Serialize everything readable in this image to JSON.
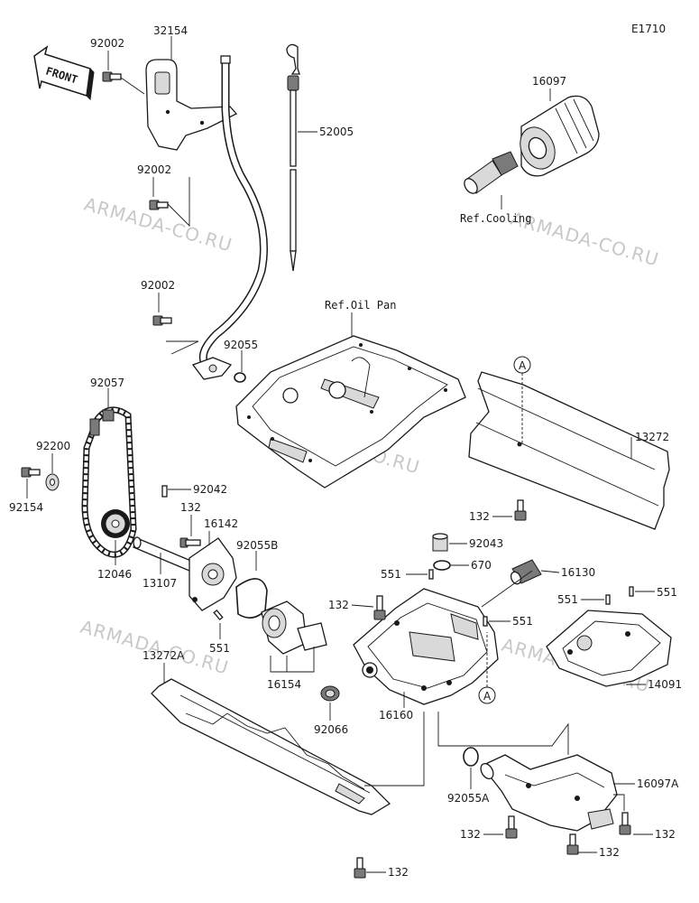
{
  "diagram_code": "E1710",
  "watermark": "ARMADA-CO.RU",
  "front_label": "FRONT",
  "refs": {
    "cooling": "Ref.Cooling",
    "oil_pan": "Ref.Oil Pan"
  },
  "callout_a": "A",
  "parts": {
    "p32154": "32154",
    "p92002_top": "92002",
    "p92002_mid": "92002",
    "p92002_low": "92002",
    "p52005": "52005",
    "p16097": "16097",
    "p92055": "92055",
    "p92057": "92057",
    "p92200": "92200",
    "p92154": "92154",
    "p92042": "92042",
    "p132_pump": "132",
    "p16142": "16142",
    "p92055B": "92055B",
    "p12046": "12046",
    "p13107": "13107",
    "p551_pump": "551",
    "p13272": "13272",
    "p132_baffle": "132",
    "p92043": "92043",
    "p551_a": "551",
    "p670": "670",
    "p16130": "16130",
    "p132_body": "132",
    "p551_b": "551",
    "p551_c": "551",
    "p551_d": "551",
    "p14091": "14091",
    "p13272A": "13272A",
    "p16154": "16154",
    "p92066": "92066",
    "p16160": "16160",
    "p92055A": "92055A",
    "p16097A": "16097A",
    "p132_cover_l": "132",
    "p132_cover_m": "132",
    "p132_cover_r": "132",
    "p132_bottom": "132"
  }
}
